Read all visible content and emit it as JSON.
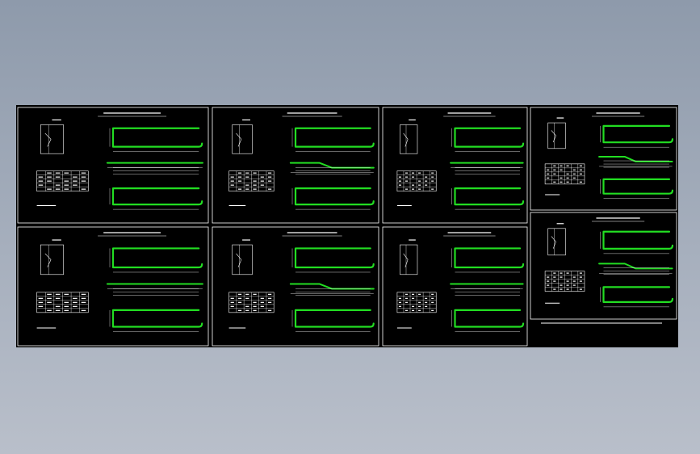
{
  "drawing": {
    "background": "#000000",
    "frame_color": "#ffffff",
    "rebar_color": "#22dd22",
    "line_color": "#ffffff",
    "sheets": [
      {
        "id": "s1"
      },
      {
        "id": "s2"
      },
      {
        "id": "s3"
      },
      {
        "id": "s4"
      },
      {
        "id": "s5"
      },
      {
        "id": "s6"
      },
      {
        "id": "s7"
      },
      {
        "id": "s8"
      }
    ]
  }
}
